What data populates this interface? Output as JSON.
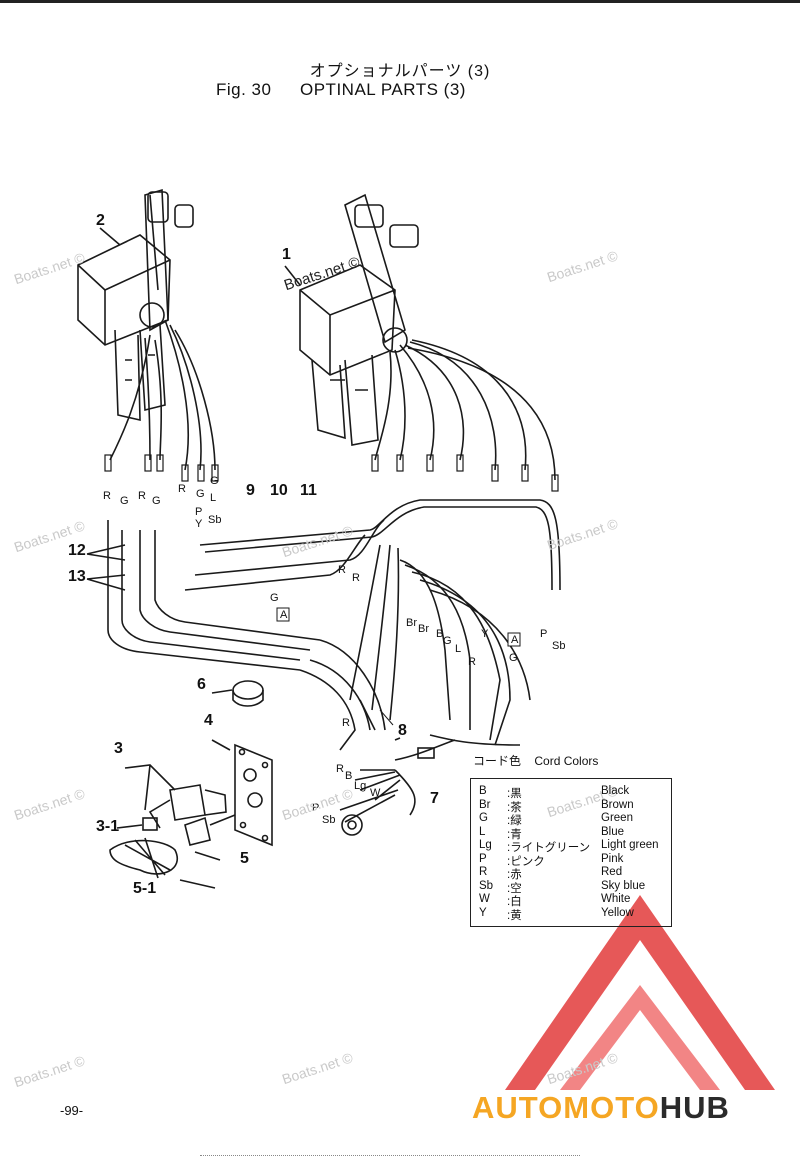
{
  "header": {
    "title_jp": "オプショナルパーツ (3)",
    "fig_no": "Fig. 30",
    "fig_name": "OPTINAL PARTS (3)"
  },
  "callouts": [
    "1",
    "2",
    "3",
    "3-1",
    "4",
    "5",
    "5-1",
    "6",
    "7",
    "8",
    "9",
    "10",
    "11",
    "12",
    "13"
  ],
  "wire_labels": {
    "left_top": [
      "R",
      "G",
      "R",
      "G",
      "R",
      "G",
      "G",
      "L"
    ],
    "left_mid": [
      "P",
      "Y",
      "Sb"
    ],
    "center": [
      "R",
      "R",
      "G"
    ],
    "right": [
      "Br",
      "Br",
      "B",
      "L",
      "G",
      "Y",
      "R",
      "P",
      "Sb",
      "G"
    ],
    "harness": [
      "R",
      "B",
      "Lg",
      "W",
      "P",
      "Sb",
      "R"
    ]
  },
  "connector_tag": "A",
  "legend": {
    "heading_jp": "コード色",
    "heading_en": "Cord Colors",
    "rows": [
      {
        "code": "B",
        "jp": ":黒",
        "en": "Black"
      },
      {
        "code": "Br",
        "jp": ":茶",
        "en": "Brown"
      },
      {
        "code": "G",
        "jp": ":緑",
        "en": "Green"
      },
      {
        "code": "L",
        "jp": ":青",
        "en": "Blue"
      },
      {
        "code": "Lg",
        "jp": ":ライトグリーン",
        "en": "Light green"
      },
      {
        "code": "P",
        "jp": ":ピンク",
        "en": "Pink"
      },
      {
        "code": "R",
        "jp": ":赤",
        "en": "Red"
      },
      {
        "code": "Sb",
        "jp": ":空",
        "en": "Sky blue"
      },
      {
        "code": "W",
        "jp": ":白",
        "en": "White"
      },
      {
        "code": "Y",
        "jp": ":黄",
        "en": "Yellow"
      }
    ]
  },
  "watermark": "Boats.net ©",
  "page_number": "-99-",
  "brand": {
    "part1": "AUTOMOTO",
    "part2": "HUB"
  },
  "colors": {
    "ink": "#1a1a1a",
    "logo_red": "#e23b3b",
    "logo_orange": "#f5a623"
  }
}
